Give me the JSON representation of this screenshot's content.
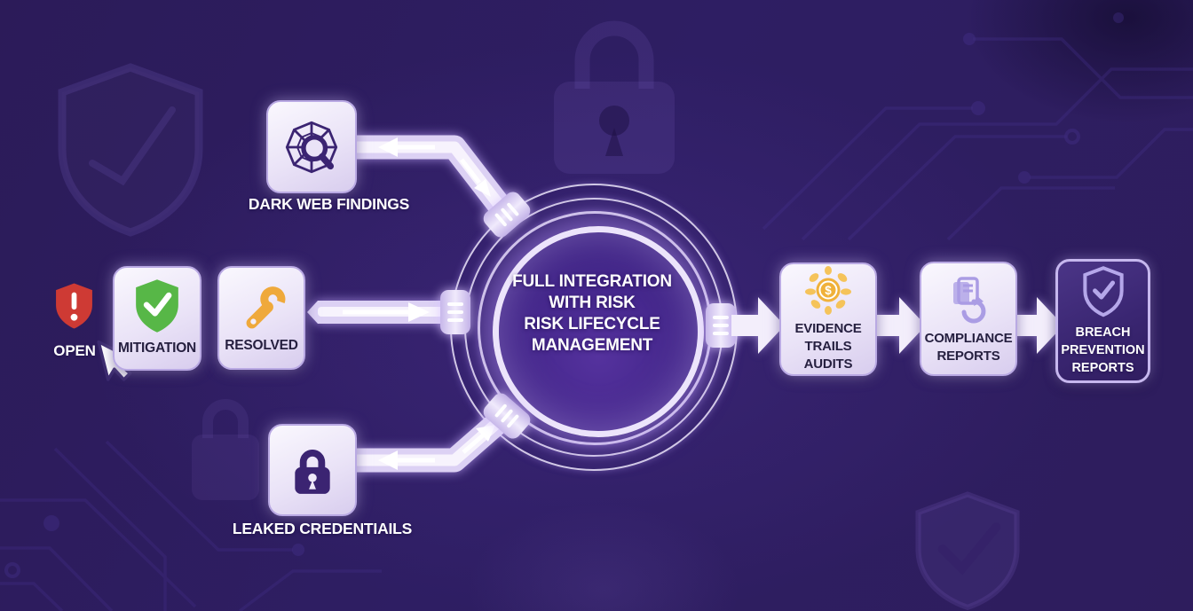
{
  "diagram": {
    "center": {
      "lines": [
        "FULL INTEGRATION",
        "WITH RISK",
        "RISK LIFECYCLE",
        "MANAGEMENT"
      ]
    },
    "statuses": {
      "open": {
        "label": "OPEN"
      },
      "mitigation": {
        "label": "MITIGATION"
      },
      "resolved": {
        "label": "RESOLVED"
      }
    },
    "sources": {
      "dark_web": {
        "label": "DARK WEB FINDINGS"
      },
      "leaked_credentials": {
        "label": "LEAKED CREDENTIAILS"
      }
    },
    "outputs": {
      "evidence": {
        "line1": "EVIDENCE",
        "line2": "TRAILS AUDITS"
      },
      "compliance": {
        "line1": "COMPLIANCE",
        "line2": "REPORTS"
      },
      "breach": {
        "line1": "BREACH",
        "line2": "PREVENTION",
        "line3": "REPORTS"
      }
    },
    "icons": {
      "dark_web": "web-search-icon",
      "open": "alert-shield-icon",
      "mitigation": "check-shield-icon",
      "resolved": "wrench-icon",
      "leaked": "padlock-icon",
      "evidence": "money-coin-icon",
      "compliance": "compliance-report-icon",
      "breach": "shield-check-outline-icon",
      "cursor": "cursor-pointer-icon",
      "currency_symbol": "$"
    },
    "colors": {
      "background": "#2e1e63",
      "ring_glow": "#cdb9f2",
      "node_fill": "#eae3f7",
      "node_border": "#b9a9e3",
      "open_red": "#ce3a34",
      "mitigation_green": "#57b747",
      "resolved_orange": "#efa93b",
      "icon_purple": "#3b2472",
      "lavender_icon": "#a99ce4",
      "gold": "#f0b13a",
      "text_dark": "#262040",
      "text_white": "#ffffff"
    }
  }
}
